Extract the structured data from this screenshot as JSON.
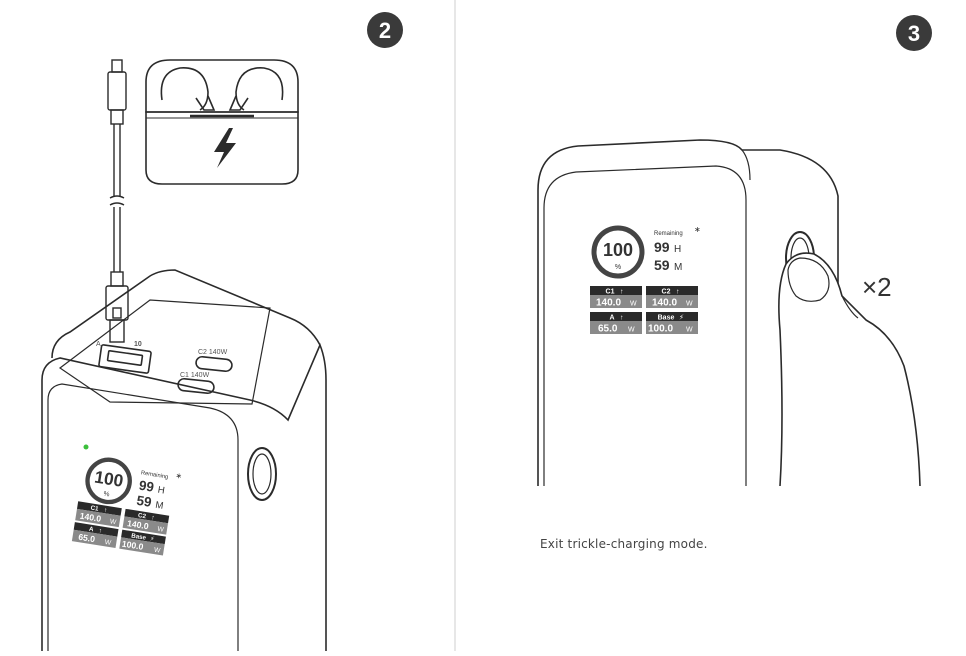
{
  "steps": [
    {
      "number": "2",
      "device_screen": {
        "percent": "100",
        "percent_sign": "%",
        "remaining_label": "Remaining",
        "bluetooth_icon": "bluetooth-icon",
        "hours": "99",
        "hours_unit": "H",
        "minutes": "59",
        "minutes_unit": "M",
        "ports": [
          {
            "name": "C1",
            "arrow": "↑",
            "value": "140.0",
            "unit": "W"
          },
          {
            "name": "C2",
            "arrow": "↑",
            "value": "140.0",
            "unit": "W"
          },
          {
            "name": "A",
            "arrow": "↑",
            "value": "65.0",
            "unit": "W"
          },
          {
            "name": "Base",
            "arrow": "⚡",
            "value": "100.0",
            "unit": "W"
          }
        ]
      },
      "port_labels": {
        "usb_a": "A",
        "usb_a_power": "10",
        "c1": "C1 140W",
        "c2": "C2 140W"
      },
      "earbud_case_icon": "lightning-bolt-icon"
    },
    {
      "number": "3",
      "device_screen": {
        "percent": "100",
        "percent_sign": "%",
        "remaining_label": "Remaining",
        "bluetooth_icon": "bluetooth-icon",
        "hours": "99",
        "hours_unit": "H",
        "minutes": "59",
        "minutes_unit": "M",
        "ports": [
          {
            "name": "C1",
            "arrow": "↑",
            "value": "140.0",
            "unit": "W"
          },
          {
            "name": "C2",
            "arrow": "↑",
            "value": "140.0",
            "unit": "W"
          },
          {
            "name": "A",
            "arrow": "↑",
            "value": "65.0",
            "unit": "W"
          },
          {
            "name": "Base",
            "arrow": "⚡",
            "value": "100.0",
            "unit": "W"
          }
        ]
      },
      "press_count": "×2",
      "caption": "Exit trickle-charging mode."
    }
  ],
  "colors": {
    "line": "#2b2b2b",
    "badge": "#3a3a3a",
    "tile_dark": "#2a2a2a",
    "tile_mid": "#8a8a8a",
    "led": "#3cbf3c"
  }
}
